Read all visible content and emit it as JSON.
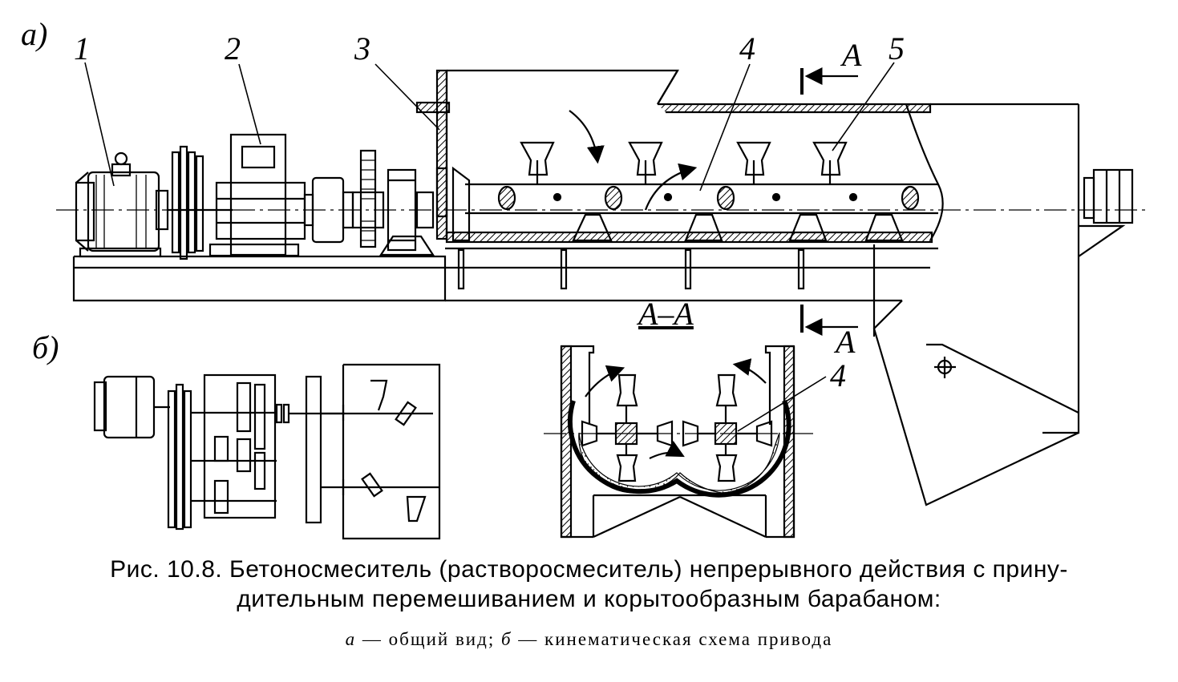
{
  "figure": {
    "view_labels": {
      "a": "а)",
      "b": "б)"
    },
    "section_mark": "А",
    "section_title": "А–А",
    "callouts": [
      "1",
      "2",
      "3",
      "4",
      "5"
    ],
    "section_callout": "4",
    "ink_color": "#000000",
    "background_color": "#ffffff"
  },
  "caption": {
    "line1": "Рис. 10.8. Бетоносмеситель (растворосмеситель) непрерывного  действия с прину-",
    "line2": "дительным перемешиванием и корытообразным барабаном:",
    "legend_a_letter": "а",
    "legend_a_text": " — общий вид; ",
    "legend_b_letter": "б",
    "legend_b_text": " — кинематическая схема привода"
  }
}
